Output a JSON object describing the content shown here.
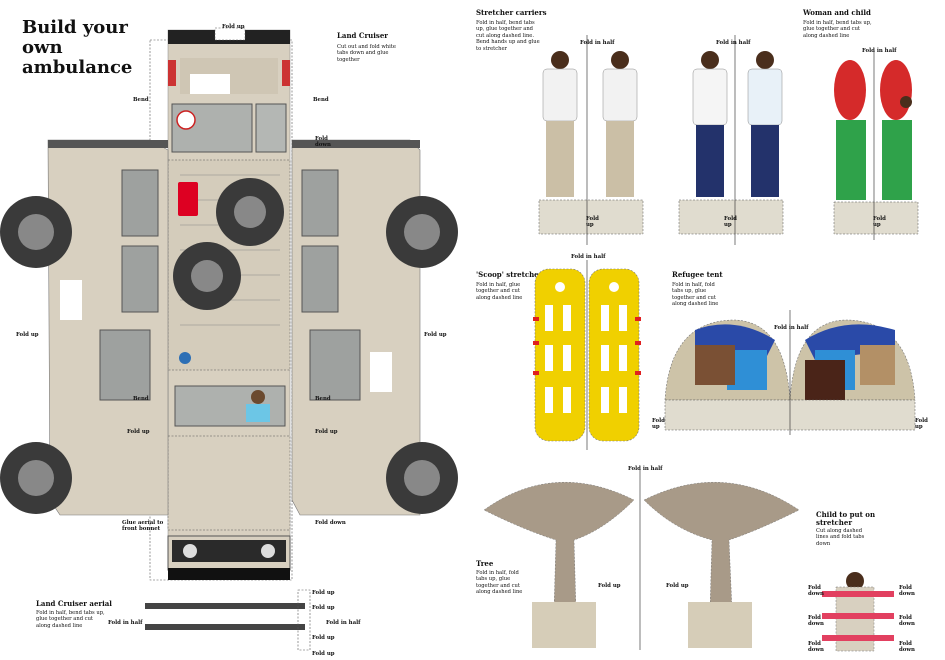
{
  "title": "Build your own ambulance",
  "land_cruiser": {
    "heading": "Land Cruiser",
    "note": "Cut out and fold white tabs down and glue together"
  },
  "stretcher_carriers": {
    "heading": "Stretcher carriers",
    "note": "Fold in half, bend tabs up, glue together and cut along dashed line. Bend hands up and glue to stretcher"
  },
  "woman_child": {
    "heading": "Woman and child",
    "note": "Fold in half, bend tabs up, glue together and cut along dashed line"
  },
  "scoop_stretcher": {
    "heading": "'Scoop' stretcher",
    "note": "Fold in half, glue together and cut along dashed line"
  },
  "refugee_tent": {
    "heading": "Refugee tent",
    "note": "Fold in half, fold tabs up, glue together and cut along dashed line"
  },
  "tree": {
    "heading": "Tree",
    "note": "Fold in half, fold tabs up, glue together and cut along dashed line"
  },
  "child": {
    "heading": "Child to put on stretcher",
    "note": "Cut along dashed lines and fold tabs down"
  },
  "aerial": {
    "heading": "Land Cruiser aerial",
    "note": "Fold in half, bend tabs up, glue together and cut along dashed line"
  },
  "labels": {
    "fold_up": "Fold up",
    "fold_down": "Fold down",
    "fold_in_half": "Fold in half",
    "bend": "Bend",
    "glue_aerial": "Glue aerial to front bonnet"
  },
  "colors": {
    "body": "#d8d0c0",
    "tyre": "#3a3a3a",
    "stretcher": "#f0d000",
    "red": "#e02020",
    "green": "#30a040",
    "tree": "#a89a88",
    "base": "#d6cdb8"
  }
}
